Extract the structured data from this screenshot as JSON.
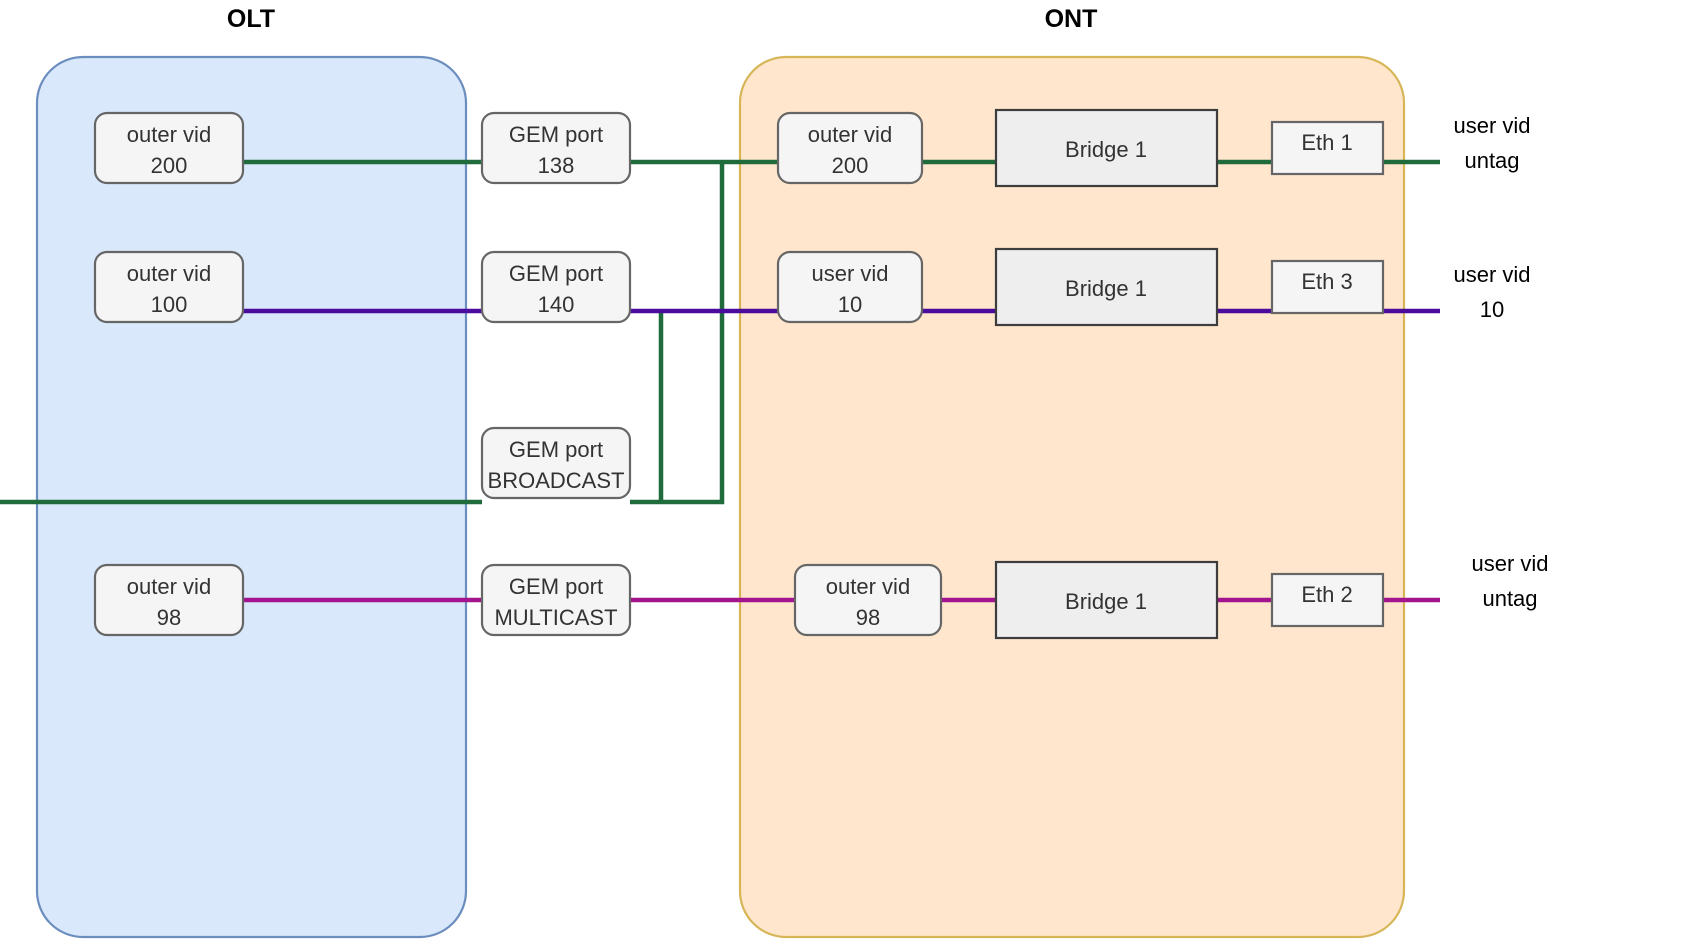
{
  "diagram": {
    "title_olt": "OLT",
    "title_ont": "ONT",
    "colors": {
      "green": "#1f6b3b",
      "indigo": "#4b0c9e",
      "magenta": "#a3148f",
      "olt_fill": "#dae8fc",
      "olt_stroke": "#6c8ebf",
      "ont_fill": "#ffe6cc",
      "ont_stroke": "#d6b656",
      "node_fill": "#f5f5f5",
      "node_stroke": "#666666",
      "bridge_fill": "#eeeeee",
      "bridge_stroke": "#3d3d3d"
    },
    "olt_nodes": [
      {
        "line1": "outer vid",
        "line2": "200"
      },
      {
        "line1": "outer vid",
        "line2": "100"
      },
      {
        "line1": "outer vid",
        "line2": "98"
      }
    ],
    "gem_nodes": [
      {
        "line1": "GEM port",
        "line2": "138"
      },
      {
        "line1": "GEM port",
        "line2": "140"
      },
      {
        "line1": "GEM port",
        "line2": "BROADCAST"
      },
      {
        "line1": "GEM port",
        "line2": "MULTICAST"
      }
    ],
    "ont_vid_nodes": [
      {
        "line1": "outer vid",
        "line2": "200"
      },
      {
        "line1": "user vid",
        "line2": "10"
      },
      {
        "line1": "outer vid",
        "line2": "98"
      }
    ],
    "bridges": [
      {
        "label": "Bridge 1"
      },
      {
        "label": "Bridge 1"
      },
      {
        "label": "Bridge 1"
      }
    ],
    "eth_ports": [
      {
        "label": "Eth 1"
      },
      {
        "label": "Eth 3"
      },
      {
        "label": "Eth 2"
      }
    ],
    "user_labels": [
      {
        "line1": "user vid",
        "line2": "untag"
      },
      {
        "line1": "user vid",
        "line2": "10"
      },
      {
        "line1": "user vid",
        "line2": "untag"
      }
    ]
  }
}
